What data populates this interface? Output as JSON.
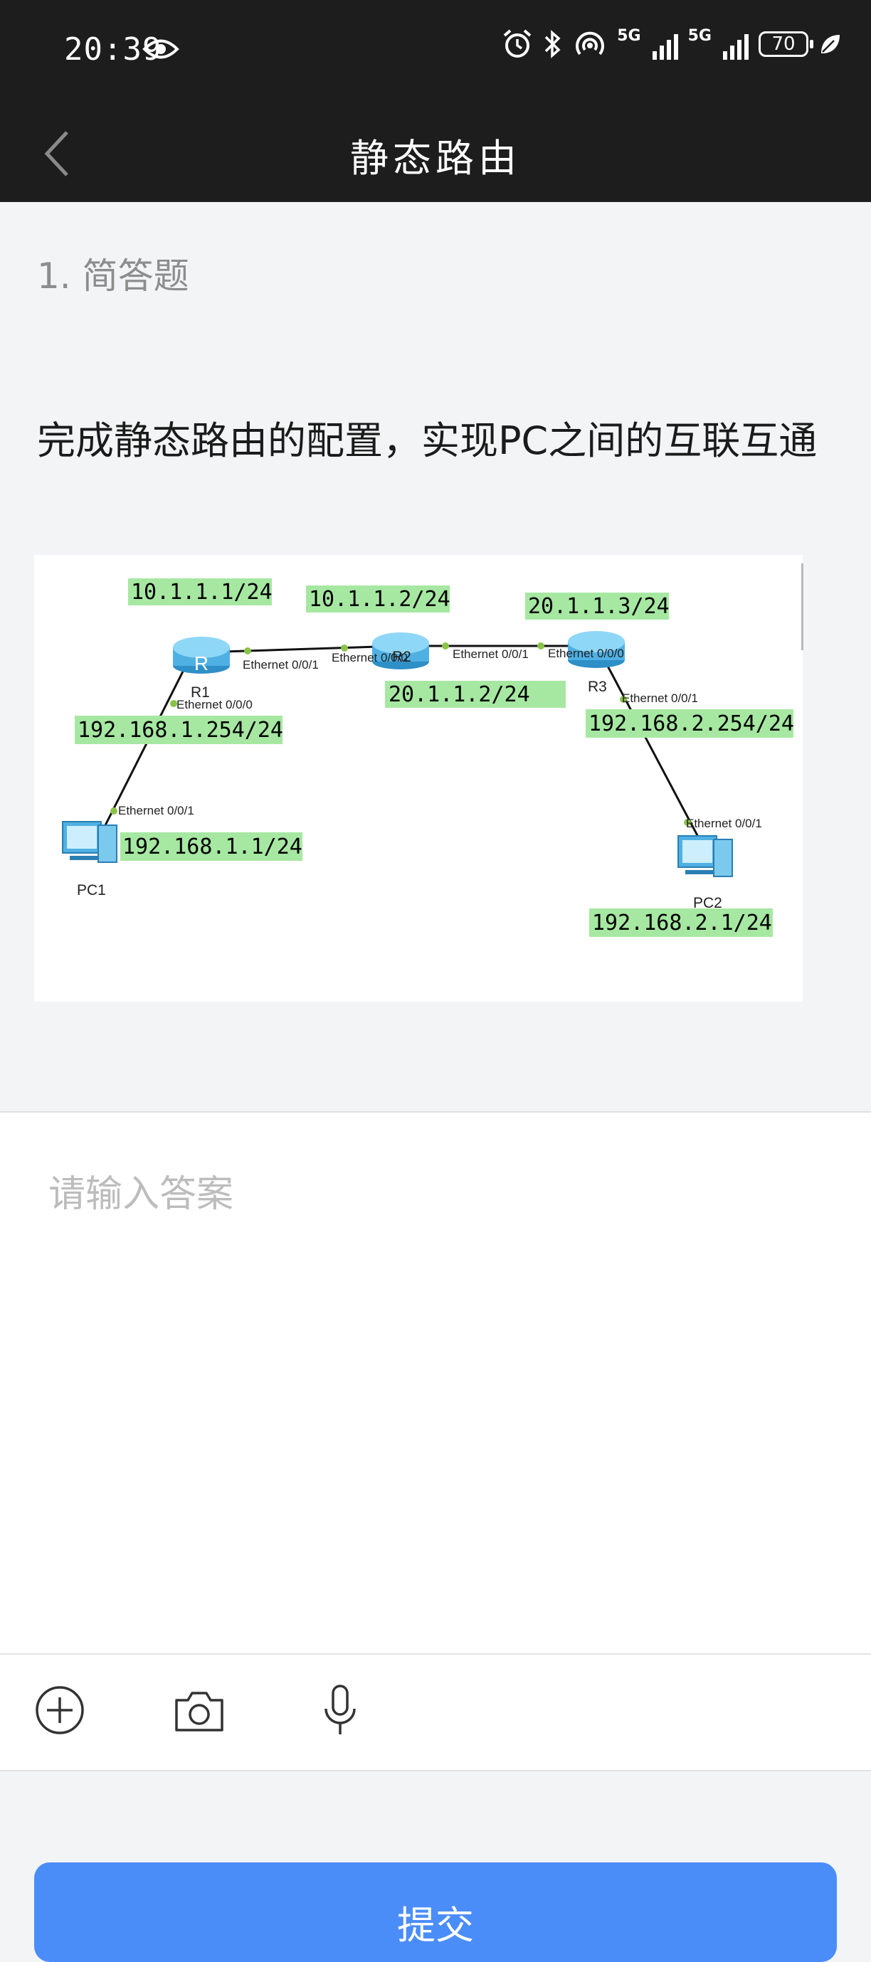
{
  "status_bar": {
    "time": "20:39",
    "battery": "70",
    "net1": "5G",
    "net2": "5G"
  },
  "nav": {
    "title": "静态路由"
  },
  "question": {
    "number": "1. 简答题",
    "text": "完成静态路由的配置，实现PC之间的互联互通"
  },
  "diagram": {
    "ip_labels": {
      "r1_e001": "10.1.1.1/24",
      "r2_e000": "10.1.1.2/24",
      "r3_e000": "20.1.1.3/24",
      "r2_e001": "20.1.1.2/24",
      "r1_e000": "192.168.1.254/24",
      "r3_e001": "192.168.2.254/24",
      "pc1": "192.168.1.1/24",
      "pc2": "192.168.2.1/24"
    },
    "interfaces": {
      "r1_e001": "Ethernet 0/0/1",
      "r2_e000": "Ethernet 0/0/0",
      "r2_e001": "Ethernet 0/0/1",
      "r3_e000": "Ethernet 0/0/0",
      "r1_e000": "Ethernet 0/0/0",
      "r3_e001": "Ethernet 0/0/1",
      "pc1_e001": "Ethernet 0/0/1",
      "pc2_e001": "Ethernet 0/0/1"
    },
    "devices": {
      "r1": "R1",
      "r2": "R2",
      "r3": "R3",
      "pc1": "PC1",
      "pc2": "PC2"
    },
    "router_glyph": "R"
  },
  "answer": {
    "placeholder": "请输入答案"
  },
  "tools": {
    "add_icon": "plus-circle",
    "camera_icon": "camera",
    "mic_icon": "microphone"
  },
  "submit": {
    "label": "提交"
  },
  "colors": {
    "label_bg": "#a6e8a1",
    "accent": "#4b8df8",
    "router": "#6cc4ee"
  }
}
